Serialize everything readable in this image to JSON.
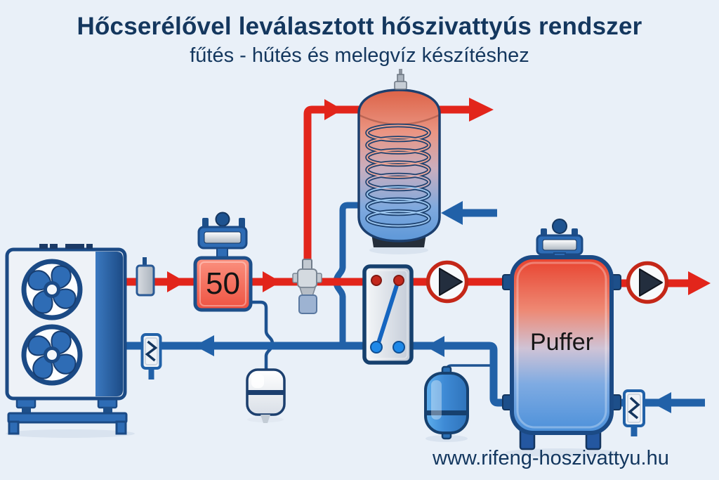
{
  "header": {
    "title": "Hőcserélővel leválasztott hőszivattyús rendszer",
    "subtitle": "fűtés - hűtés és melegvíz készítéshez"
  },
  "labels": {
    "separator_box": "50",
    "buffer_tank": "Puffer"
  },
  "footer": {
    "website": "www.rifeng-hoszivattyu.hu"
  },
  "colors": {
    "background": "#e9f0f8",
    "title_text": "#14375e",
    "hot_pipe_red": "#e2251b",
    "cold_pipe_blue": "#2161a8",
    "component_border_navy": "#1b4a85",
    "buffer_gradient_top": "#e8422e",
    "buffer_gradient_bottom": "#4b90da",
    "label_text": "#141414"
  },
  "components": [
    "heat-pump-unit",
    "sensor-fitting",
    "separator-box-50",
    "safety-valve",
    "dhw-tank-with-coil",
    "plate-heat-exchanger",
    "circulation-pump-1",
    "circulation-pump-2",
    "buffer-tank",
    "expansion-vessel-white",
    "expansion-vessel-blue",
    "check-valve-heat-pump-return",
    "check-valve-buffer-return"
  ]
}
